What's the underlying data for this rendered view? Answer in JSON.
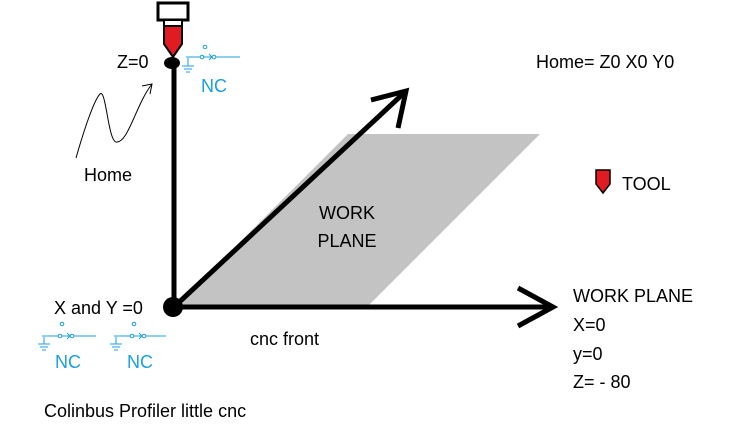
{
  "labels": {
    "home_formula": "Home= Z0 X0 Y0",
    "z_zero": "Z=0",
    "home": "Home",
    "tool": "TOOL",
    "work_plane_l1": "WORK",
    "work_plane_l2": "PLANE",
    "xy_zero": "X and Y =0",
    "cnc_front": "cnc front",
    "footer": "Colinbus Profiler  little cnc"
  },
  "work_plane_info": [
    "WORK PLANE",
    "X=0",
    "y=0",
    "Z= - 80"
  ],
  "switches": {
    "z_switch": "NC",
    "x_switch": "NC",
    "y_switch": "NC"
  },
  "icons": [
    "tool-icon",
    "limit-switch-icon",
    "arrow-icon"
  ],
  "colors": {
    "tool_red": "#e11b22",
    "plane_gray": "#c3c3c3",
    "switch_blue": "#1a9fe0",
    "line": "#000000"
  }
}
